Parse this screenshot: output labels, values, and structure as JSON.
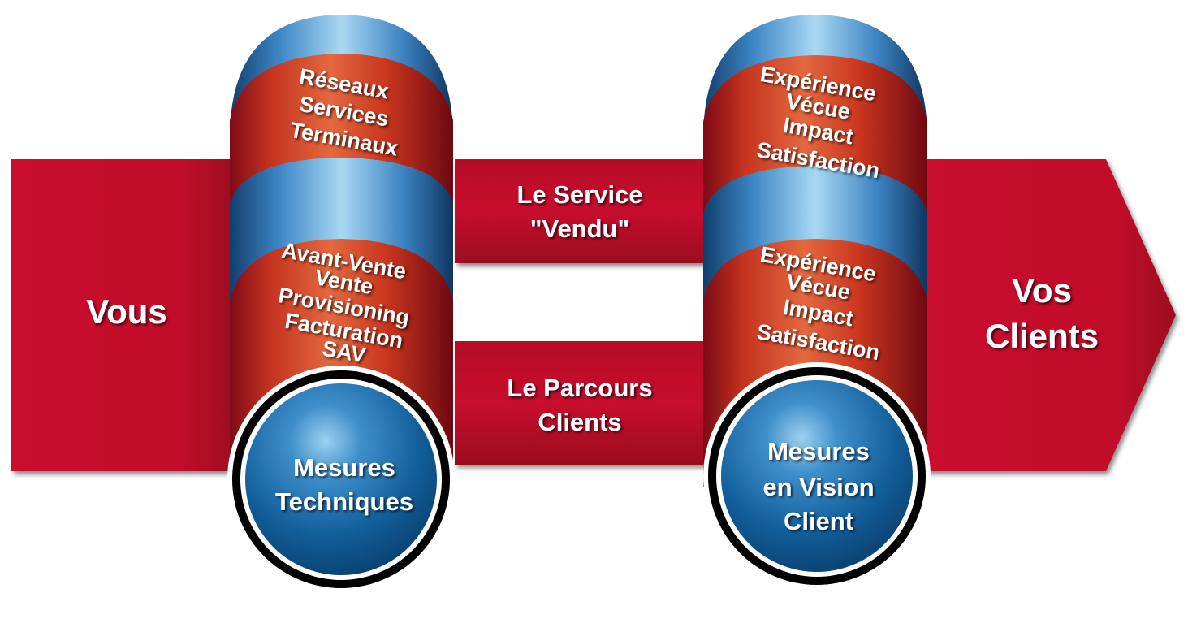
{
  "colors": {
    "arrow_red": "#c8102e",
    "arrow_dark": "#8e0a1c",
    "band_red": "#d8402a",
    "cylinder_blue": "#1f6aa5",
    "circle_blue": "#0f5f96",
    "ring": "#000000",
    "text": "#ffffff"
  },
  "diagram": {
    "start": {
      "label": "Vous"
    },
    "end": {
      "lines": [
        "Vos",
        "Clients"
      ]
    },
    "top_path": {
      "lines": [
        "Le Service",
        "\"Vendu\""
      ]
    },
    "bottom_path": {
      "lines": [
        "Le Parcours",
        "Clients"
      ]
    },
    "left_cylinder": {
      "top_band": [
        "Réseaux",
        "Services",
        "Terminaux"
      ],
      "middle_band": [
        "Avant-Vente",
        "Vente",
        "Provisioning",
        "Facturation",
        "SAV"
      ],
      "circle": [
        "Mesures",
        "Techniques"
      ]
    },
    "right_cylinder": {
      "top_band": [
        "Expérience",
        "Vécue",
        "Impact",
        "Satisfaction"
      ],
      "middle_band": [
        "Expérience",
        "Vécue",
        "Impact",
        "Satisfaction"
      ],
      "circle": [
        "Mesures",
        "en Vision",
        "Client"
      ]
    }
  }
}
